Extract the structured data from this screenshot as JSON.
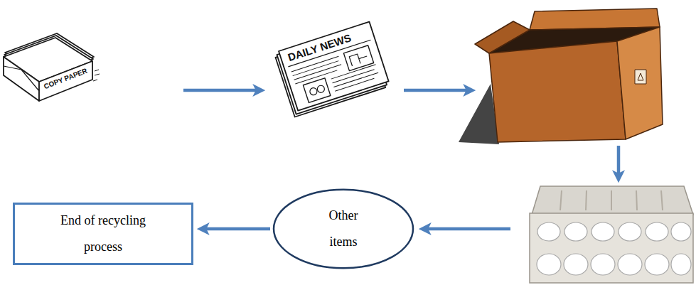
{
  "diagram": {
    "nodes": [
      {
        "text": [
          "Other items"
        ]
      },
      {
        "text": [
          "End of recycling process"
        ]
      }
    ],
    "edges": [
      {
        "from": 0,
        "to": 1,
        "arrow": "to"
      }
    ],
    "labels": [
      "COPY PAPER",
      "DAILY NEWS"
    ]
  }
}
